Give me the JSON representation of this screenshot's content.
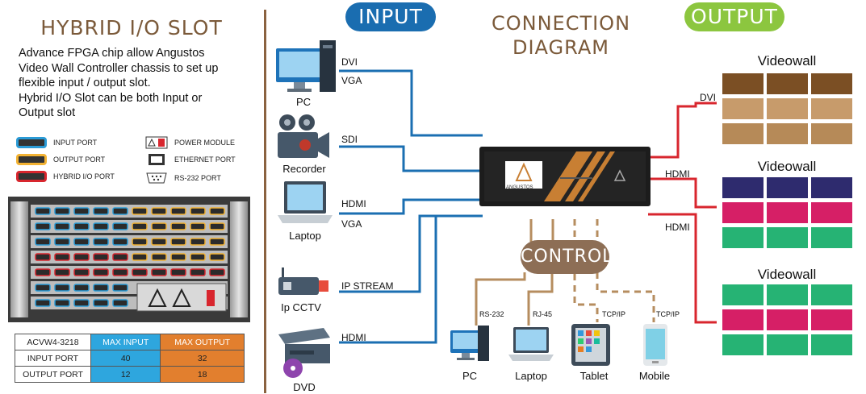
{
  "left": {
    "title": "HYBRID I/O SLOT",
    "description_lines": [
      "Advance FPGA chip allow Angustos",
      "Video Wall Controller chassis to set up",
      "flexible input / output slot.",
      "Hybrid I/O Slot can be both Input or",
      "Output slot"
    ],
    "legend": {
      "input_port": "INPUT PORT",
      "output_port": "OUTPUT PORT",
      "hybrid_port": "HYBRID I/O PORT",
      "power_module": "POWER MODULE",
      "ethernet_port": "ETHERNET PORT",
      "rs232_port": "RS-232 PORT"
    },
    "colors": {
      "input": "#2b9bd6",
      "output": "#f2b233",
      "hybrid": "#d8262e"
    },
    "table": {
      "model": "ACVW4-3218",
      "col_input": "MAX INPUT",
      "col_output": "MAX OUTPUT",
      "row1_label": "INPUT PORT",
      "row1_input": "40",
      "row1_output": "32",
      "row2_label": "OUTPUT PORT",
      "row2_input": "12",
      "row2_output": "18"
    }
  },
  "diagram": {
    "input_title": "INPUT",
    "output_title": "OUTPUT",
    "title_line1": "CONNECTION",
    "title_line2": "DIAGRAM",
    "control_title": "CONTROL",
    "colors": {
      "input_pill": "#1a6db0",
      "output_pill": "#8cc63f",
      "input_line": "#1b6fb2",
      "output_line": "#d8262e",
      "control_line": "#b68d5f"
    },
    "sources": {
      "pc": {
        "label": "PC",
        "ports": [
          "DVI",
          "VGA"
        ]
      },
      "recorder": {
        "label": "Recorder",
        "ports": [
          "SDI"
        ]
      },
      "laptop": {
        "label": "Laptop",
        "ports": [
          "HDMI",
          "VGA"
        ]
      },
      "ipcctv": {
        "label": "Ip CCTV",
        "ports": [
          "IP STREAM"
        ]
      },
      "dvd": {
        "label": "DVD",
        "ports": [
          "HDMI"
        ]
      }
    },
    "outputs": [
      {
        "title": "Videowall",
        "port": "DVI"
      },
      {
        "title": "Videowall",
        "port": "HDMI"
      },
      {
        "title": "Videowall",
        "port": "HDMI"
      }
    ],
    "controllers": [
      {
        "label": "PC",
        "port": "RS-232"
      },
      {
        "label": "Laptop",
        "port": "RJ-45"
      },
      {
        "label": "Tablet",
        "port": "TCP/IP"
      },
      {
        "label": "Mobile",
        "port": "TCP/IP"
      }
    ],
    "device": {
      "brand": "ANGUSTOS"
    }
  }
}
